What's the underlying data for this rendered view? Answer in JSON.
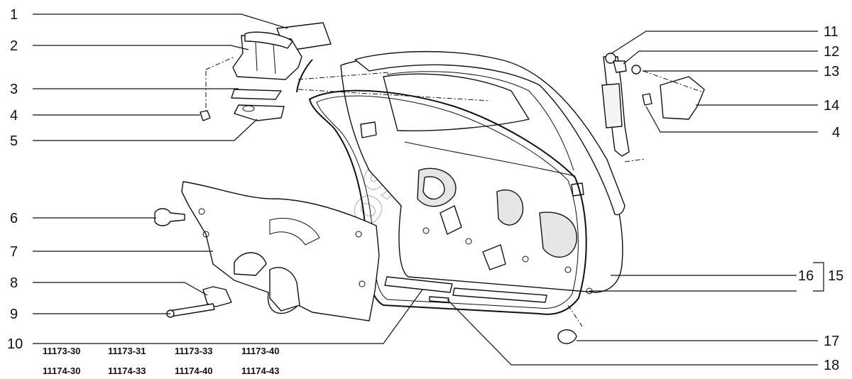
{
  "callouts_left": [
    "1",
    "2",
    "3",
    "4",
    "5",
    "6",
    "7",
    "8",
    "9",
    "10"
  ],
  "callouts_right": [
    "11",
    "12",
    "13",
    "14",
    "4",
    "16",
    "15",
    "17",
    "18"
  ],
  "codes_row1": [
    "11173-30",
    "11173-31",
    "11173-33",
    "11173-40"
  ],
  "codes_row2": [
    "11174-30",
    "11174-33",
    "11174-40",
    "11174-43"
  ],
  "watermark": "AutoSoft"
}
